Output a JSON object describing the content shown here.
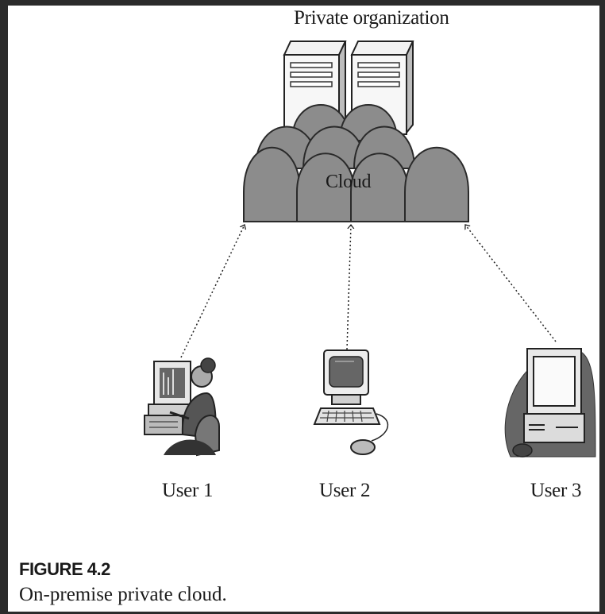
{
  "diagram": {
    "title": "Private organization",
    "cloud_label": "Cloud",
    "users": [
      {
        "label": "User 1",
        "icon": "user-at-workstation-icon"
      },
      {
        "label": "User 2",
        "icon": "desktop-computer-icon"
      },
      {
        "label": "User 3",
        "icon": "computer-tower-icon"
      }
    ]
  },
  "figure": {
    "number": "FIGURE 4.2",
    "caption": "On-premise private cloud."
  },
  "colors": {
    "cloud_fill": "#8c8c8c",
    "cloud_stroke": "#2a2a2a",
    "background": "#ffffff",
    "frame": "#2b2b2b"
  }
}
